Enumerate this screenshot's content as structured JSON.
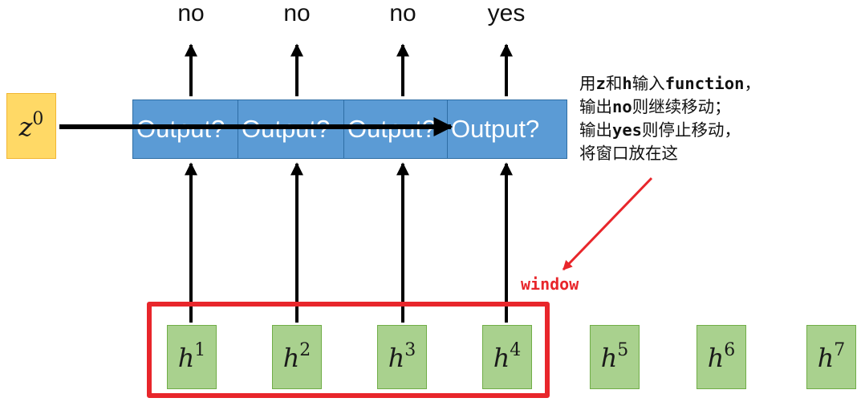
{
  "outputs": [
    "no",
    "no",
    "no",
    "yes"
  ],
  "output_box_label": "Output?",
  "query": {
    "symbol": "z",
    "superscript": "0"
  },
  "hidden_states": [
    {
      "symbol": "h",
      "superscript": "1"
    },
    {
      "symbol": "h",
      "superscript": "2"
    },
    {
      "symbol": "h",
      "superscript": "3"
    },
    {
      "symbol": "h",
      "superscript": "4"
    },
    {
      "symbol": "h",
      "superscript": "5"
    },
    {
      "symbol": "h",
      "superscript": "6"
    },
    {
      "symbol": "h",
      "superscript": "7"
    }
  ],
  "window_label": "window",
  "note": {
    "line1": {
      "a": "用",
      "b": "z",
      "c": "和",
      "d": "h",
      "e": "输入",
      "f": "function",
      "g": "，"
    },
    "line2": {
      "a": "输出",
      "b": "no",
      "c": "则继续移动；"
    },
    "line3": {
      "a": "输出",
      "b": "yes",
      "c": "则停止移动，"
    },
    "line4": "将窗口放在这"
  },
  "colors": {
    "output_box": "#5b9bd5",
    "hidden_box": "#a9d18e",
    "query_box": "#ffd966",
    "window": "#e8262b",
    "arrow": "#000000"
  }
}
